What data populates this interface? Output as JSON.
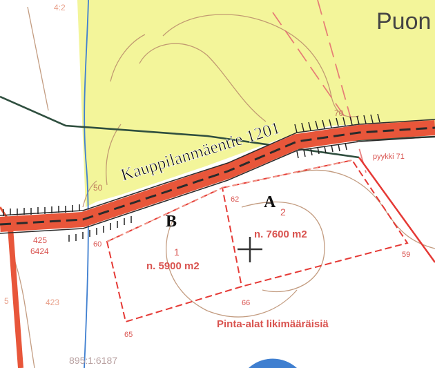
{
  "place_name_partial": "Puon",
  "road": {
    "name": "Kauppilanmäentie 1201"
  },
  "parcel_letters": {
    "a": "A",
    "b": "B"
  },
  "parcels": [
    {
      "number": "1",
      "area": "n. 5900 m2"
    },
    {
      "number": "2",
      "area": "n. 7600 m2"
    }
  ],
  "boundary_marker": "pyykki 71",
  "contour_labels": {
    "c70": "70",
    "c50": "50"
  },
  "point_numbers": {
    "p59": "59",
    "p60": "60",
    "p62": "62",
    "p65": "65",
    "p66": "66"
  },
  "left_labels": {
    "l425": "425",
    "l424": "6424",
    "l423": "423",
    "l5": "5",
    "corner_top": "4:2"
  },
  "note": "Pinta-alat likimääräisiä",
  "bottom_code": "895:1:6187",
  "colors": {
    "field_yellow": "#f3f59a",
    "plan_red": "#e53935",
    "road_red": "#e8563a",
    "contour_brown": "#b98b6b",
    "water_blue": "#3f7fd0"
  }
}
